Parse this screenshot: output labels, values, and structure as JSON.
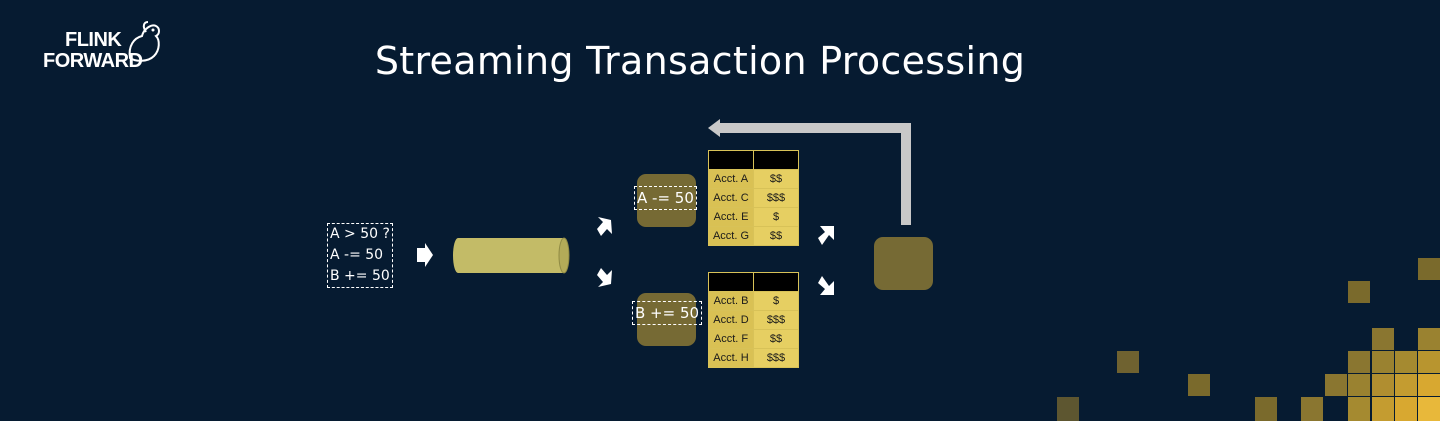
{
  "logo": {
    "line1": "FLINK",
    "line2": "FORWARD"
  },
  "title": "Streaming Transaction Processing",
  "transaction": [
    "A > 50 ?",
    "A -= 50",
    "B += 50"
  ],
  "operators": {
    "top_label": "A -= 50",
    "bottom_label": "B += 50"
  },
  "tables": {
    "top": [
      [
        "Acct. A",
        "$$"
      ],
      [
        "Acct. C",
        "$$$"
      ],
      [
        "Acct. E",
        "$"
      ],
      [
        "Acct. G",
        "$$"
      ]
    ],
    "bottom": [
      [
        "Acct. B",
        "$"
      ],
      [
        "Acct. D",
        "$$$"
      ],
      [
        "Acct. F",
        "$$"
      ],
      [
        "Acct. H",
        "$$$"
      ]
    ]
  },
  "colors": {
    "background": "#061b31",
    "operator": "#766a34",
    "log": "#c3bb67",
    "table_cell": "#e6cf62",
    "feedback_arrow": "#c8c8c8",
    "accent_gold": "#e8b83a"
  },
  "icons": [
    "flink-squirrel-icon",
    "arrow-right-icon",
    "arrow-up-right-icon",
    "arrow-down-right-icon",
    "feedback-arrow-icon"
  ]
}
